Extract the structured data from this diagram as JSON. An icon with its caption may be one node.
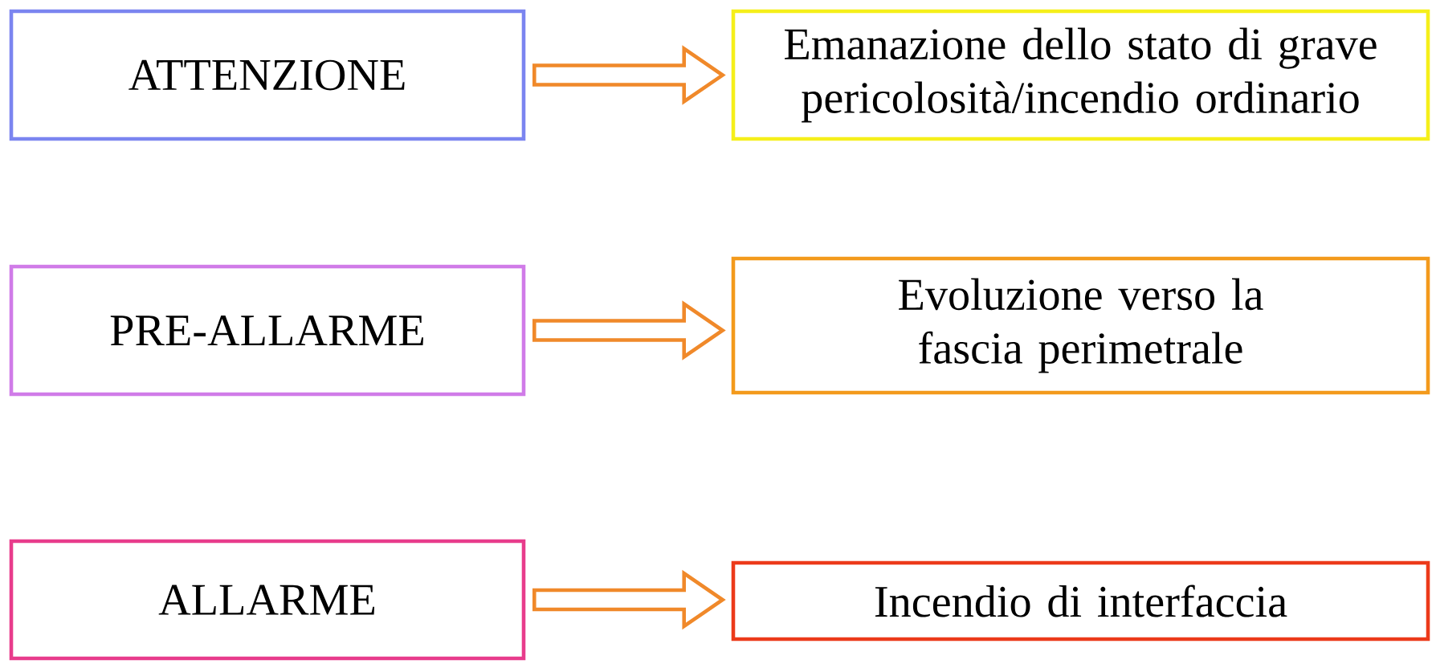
{
  "diagram": {
    "nodes": [
      {
        "text": [
          "ATTENZIONE"
        ]
      },
      {
        "text": [
          "Emanazione dello stato di grave pericolosità/incendio ordinario"
        ]
      },
      {
        "text": [
          "PRE-ALLARME"
        ]
      },
      {
        "text": [
          "Evoluzione verso la fascia perimetrale"
        ]
      },
      {
        "text": [
          "ALLARME"
        ]
      },
      {
        "text": [
          "Incendio di interfaccia"
        ]
      }
    ],
    "edges": [
      {
        "from": 0,
        "to": 1,
        "arrow": "to"
      },
      {
        "from": 2,
        "to": 3,
        "arrow": "to"
      },
      {
        "from": 4,
        "to": 5,
        "arrow": "to"
      }
    ]
  }
}
